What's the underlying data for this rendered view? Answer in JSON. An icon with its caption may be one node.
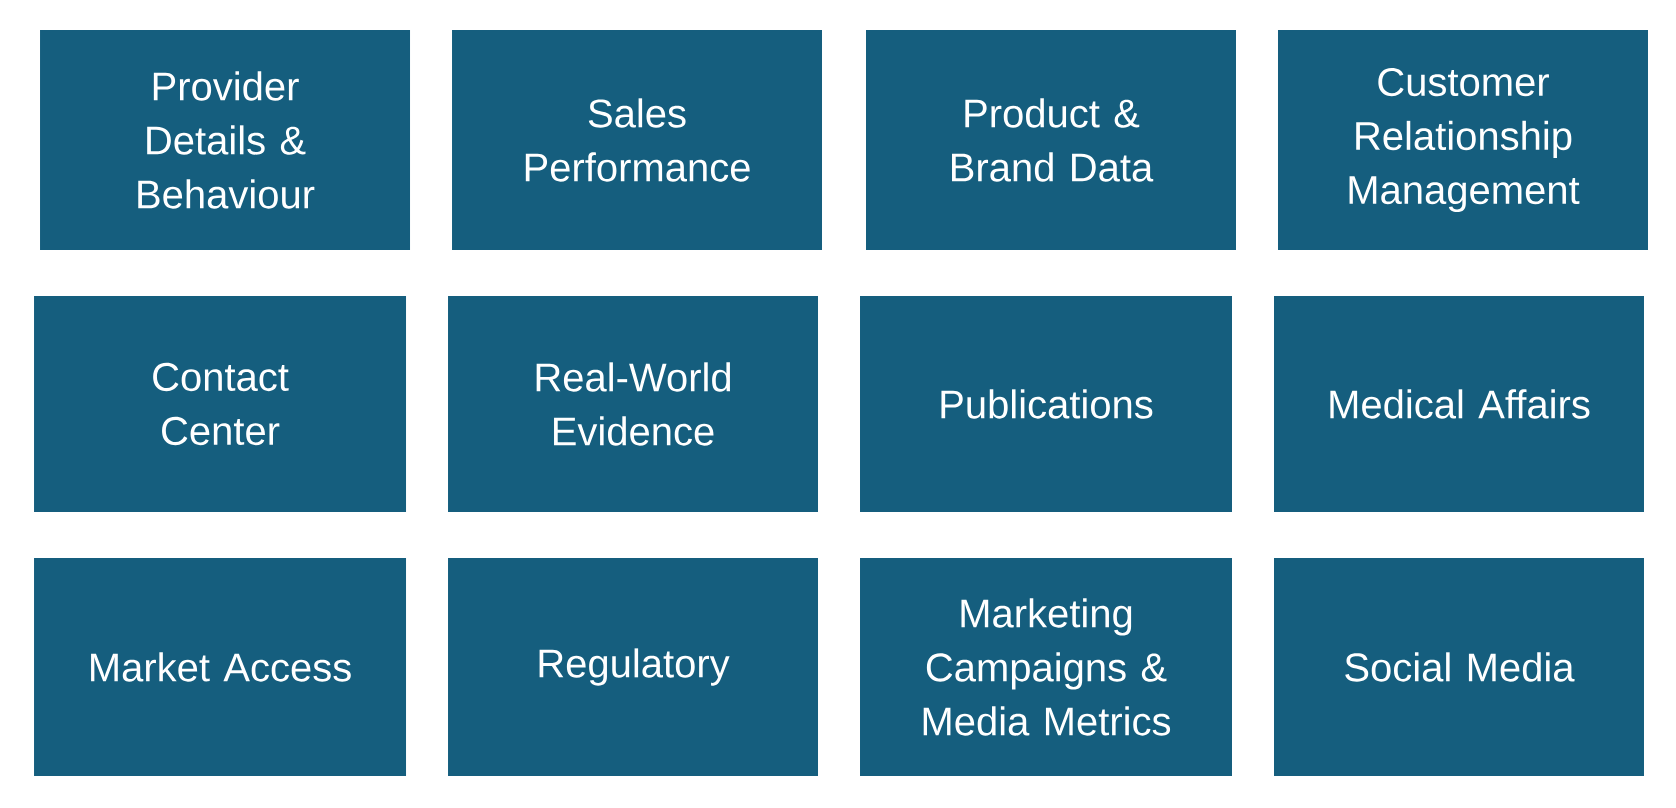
{
  "diagram": {
    "nodes": [
      {
        "text": [
          "Provider Details & Behaviour"
        ]
      },
      {
        "text": [
          "Sales Performance"
        ]
      },
      {
        "text": [
          "Product & Brand Data"
        ]
      },
      {
        "text": [
          "Customer Relationship Management"
        ]
      },
      {
        "text": [
          "Contact Center"
        ]
      },
      {
        "text": [
          "Real-World Evidence"
        ]
      },
      {
        "text": [
          "Publications"
        ]
      },
      {
        "text": [
          "Medical Affairs"
        ]
      },
      {
        "text": [
          "Market Access"
        ]
      },
      {
        "text": [
          "Regulatory"
        ]
      },
      {
        "text": [
          "Marketing Campaigns & Media Metrics"
        ]
      },
      {
        "text": [
          "Social Media"
        ]
      }
    ]
  }
}
